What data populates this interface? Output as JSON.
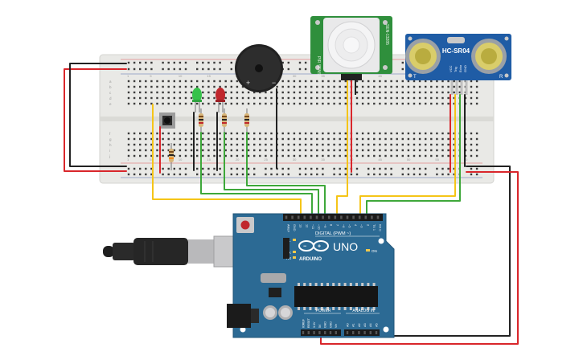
{
  "arduino": {
    "brand": "ARDUINO",
    "model": "UNO",
    "digital_header_label": "DIGITAL (PWM ~)",
    "power_label": "POWER",
    "analog_label": "ANALOG IN",
    "on_led_label": "ON",
    "tx_label": "TX",
    "rx_label": "RX",
    "l_label": "L",
    "digital_pins": [
      "AREF",
      "GND",
      "13",
      "12",
      "~11",
      "~10",
      "~9",
      "8",
      "7",
      "~6",
      "~5",
      "4",
      "~3",
      "2",
      "TX 1",
      "RX 0"
    ],
    "power_pins": [
      "IOREF",
      "RESET",
      "3.3V",
      "5V",
      "GND",
      "GND",
      "Vin"
    ],
    "analog_pins": [
      "A0",
      "A1",
      "A2",
      "A3",
      "A4",
      "A5"
    ]
  },
  "ultrasonic": {
    "model": "HC-SR04",
    "left_mark": "T",
    "right_mark": "R",
    "pins": [
      "VCC",
      "Trig",
      "Echo",
      "GND"
    ]
  },
  "pir_sensor": {
    "side_text_left": "PIR SENSOR",
    "side_text_right": "SEN-13285"
  },
  "buzzer": {
    "plus": "+",
    "minus": "−"
  },
  "breadboard": {
    "row_letters_top": [
      "a",
      "b",
      "c",
      "d",
      "e"
    ],
    "row_letters_bottom": [
      "f",
      "g",
      "h",
      "i",
      "j"
    ],
    "column_numbers": [
      "1",
      "5",
      "10",
      "15",
      "20",
      "25",
      "30",
      "35",
      "40",
      "45",
      "50",
      "55",
      "60"
    ]
  },
  "colors": {
    "wire_red": "#d9262b",
    "wire_black": "#222222",
    "wire_yellow": "#f5c518",
    "wire_green": "#3ea83a",
    "arduino_board": "#2c6a94",
    "breadboard": "#e9e9e6",
    "pir_board": "#2f8f3c",
    "ultrasonic_board": "#1f5ca5",
    "led_green": "#36c24a",
    "led_red": "#c0272d"
  }
}
